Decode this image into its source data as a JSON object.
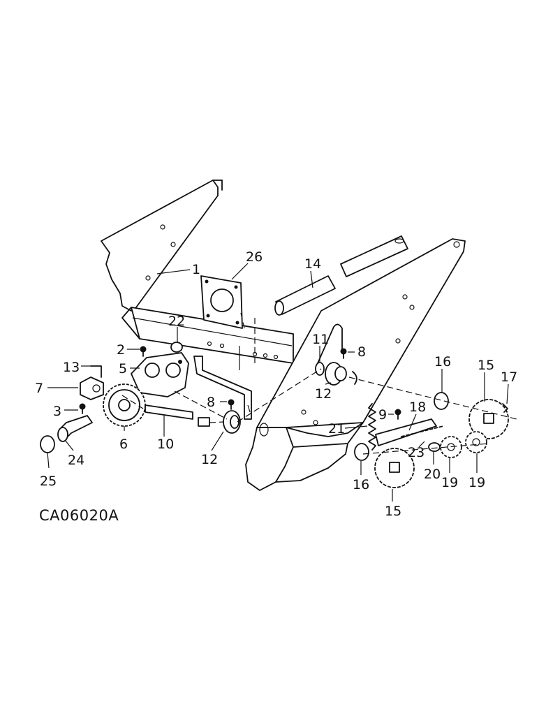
{
  "diagram": {
    "code": "CA06020A",
    "callouts": [
      "1",
      "26",
      "14",
      "22",
      "2",
      "11",
      "8",
      "5",
      "13",
      "7",
      "3",
      "24",
      "25",
      "6",
      "10",
      "8",
      "12",
      "12",
      "16",
      "15",
      "17",
      "9",
      "18",
      "21",
      "23",
      "20",
      "19",
      "19",
      "16",
      "15"
    ]
  }
}
